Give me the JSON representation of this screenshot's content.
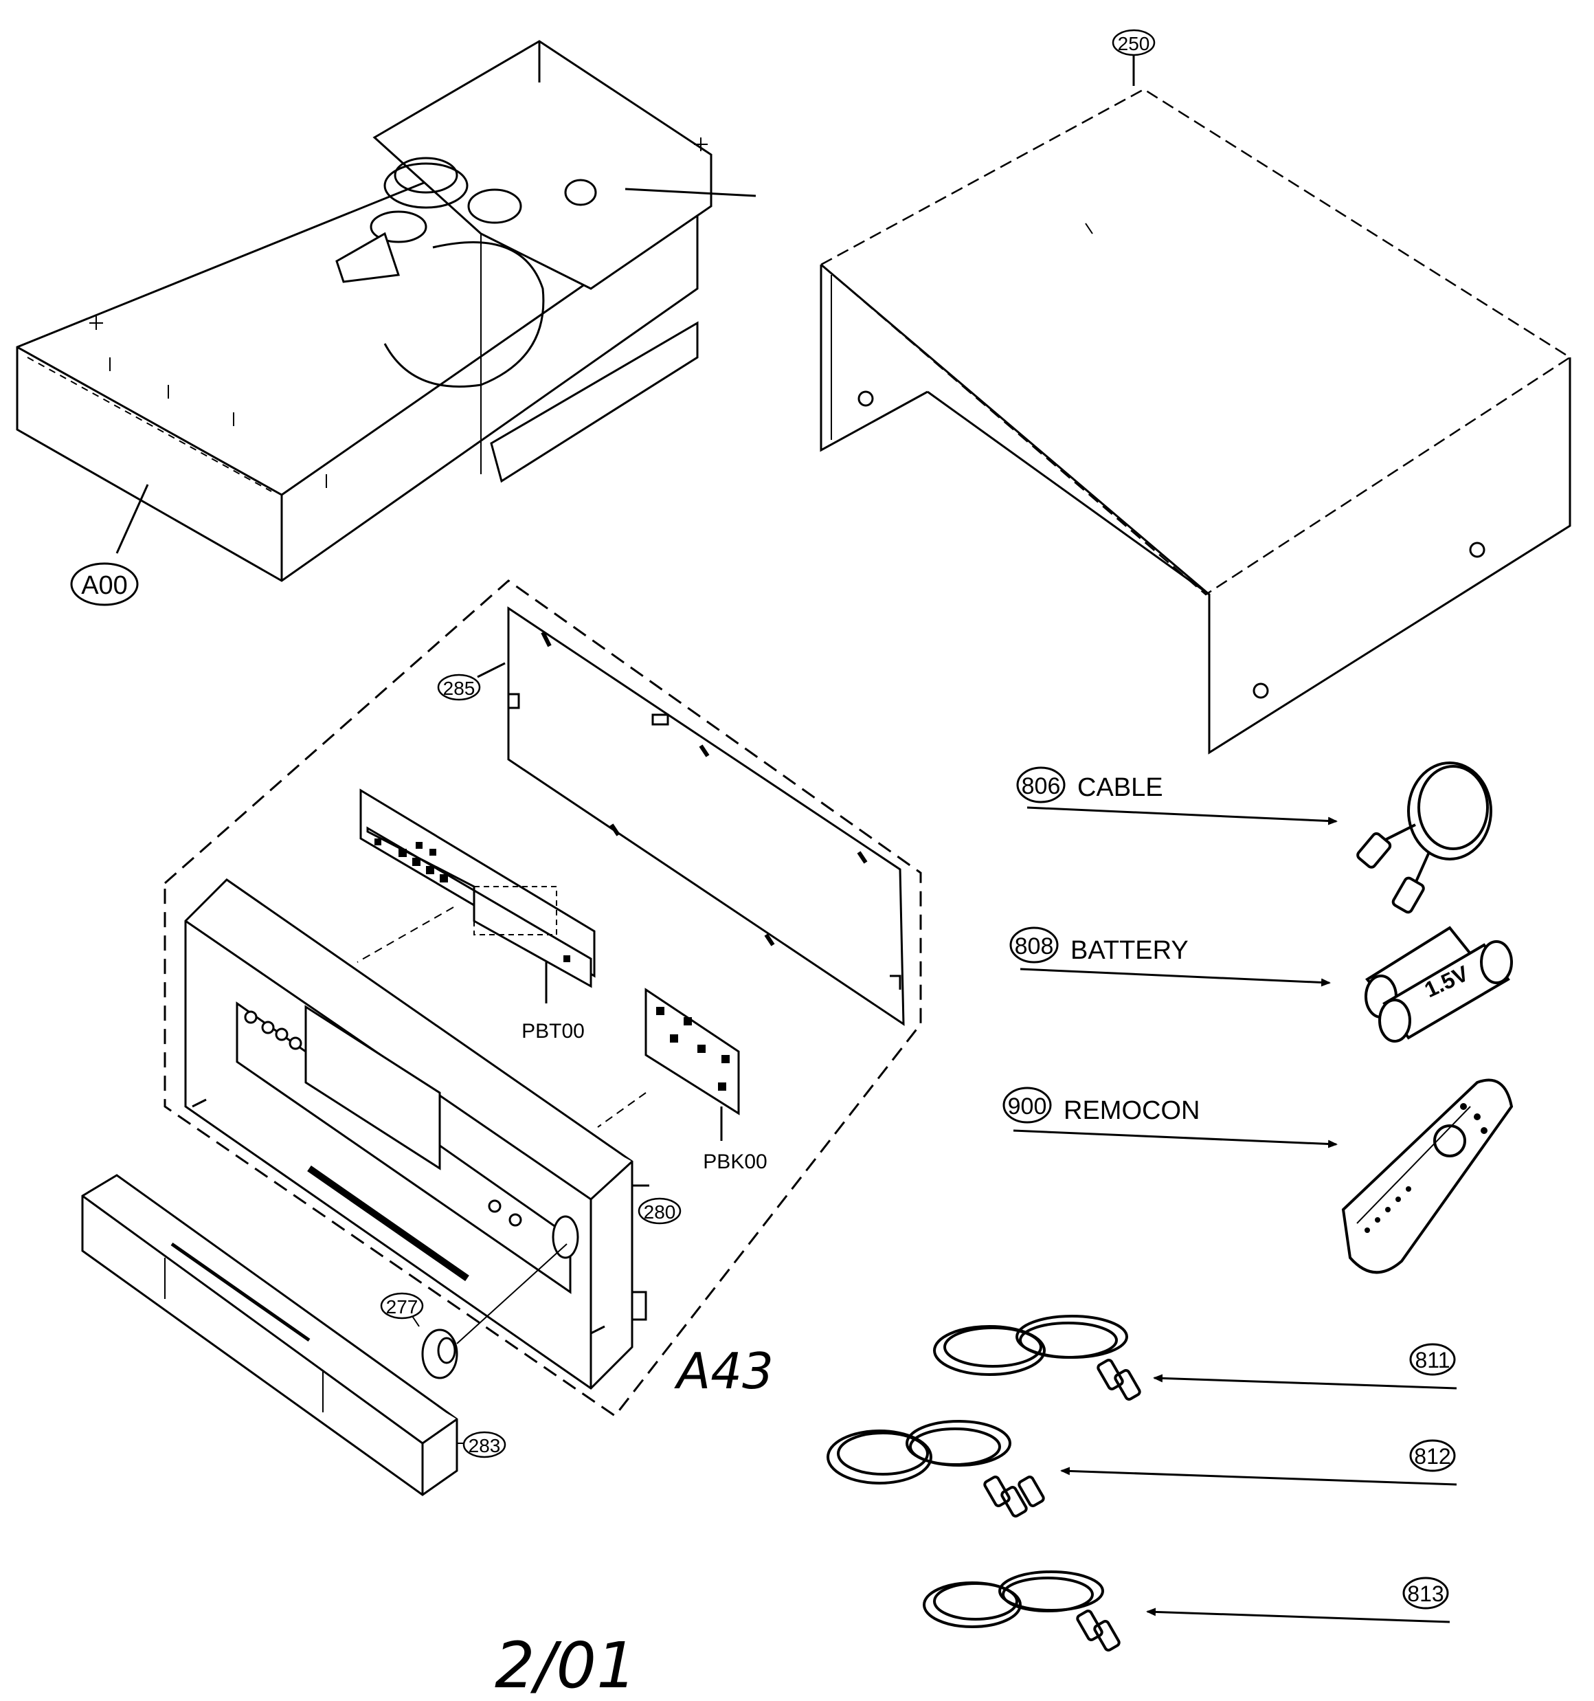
{
  "diagram": {
    "footer_date": "2/01",
    "assembly_group": "A43",
    "callouts": {
      "main_chassis": "A00",
      "top_cover": "250",
      "rear_board": "285",
      "front_panel": "280",
      "knob": "277",
      "door": "283",
      "cable_811": "811",
      "cable_812": "812",
      "cable_813": "813"
    },
    "boards": {
      "pbt": "PBT00",
      "pbk": "PBK00"
    },
    "accessories": [
      {
        "number": "806",
        "name": "CABLE"
      },
      {
        "number": "808",
        "name": "BATTERY"
      },
      {
        "number": "900",
        "name": "REMOCON"
      }
    ],
    "battery_label": "1.5V"
  }
}
